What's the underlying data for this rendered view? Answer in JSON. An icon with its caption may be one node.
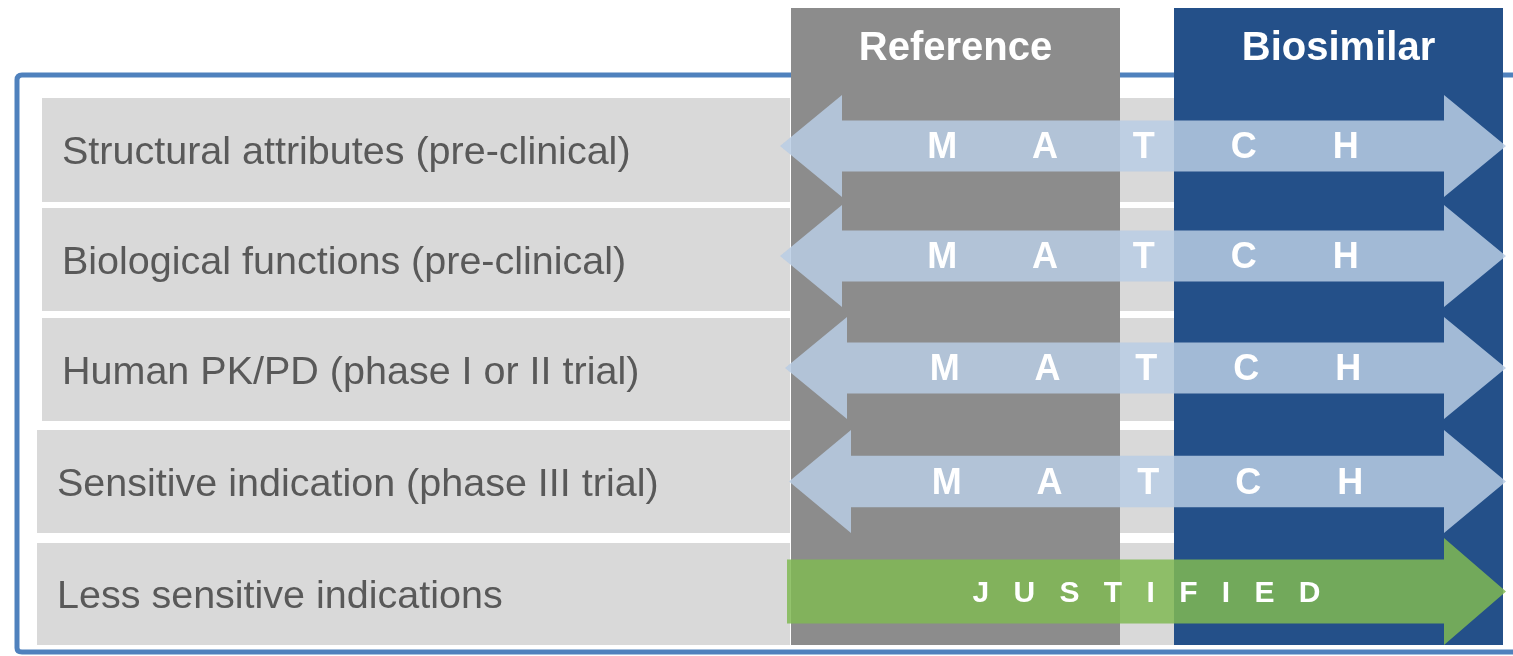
{
  "diagram": {
    "nodes": [
      {
        "text": [
          "Reference"
        ]
      },
      {
        "text": [
          "Biosimilar"
        ]
      },
      {
        "text": [
          "Structural attributes (pre-clinical)"
        ]
      },
      {
        "text": [
          "Biological functions (pre-clinical)"
        ]
      },
      {
        "text": [
          "Human PK/PD (phase I or II trial)"
        ]
      },
      {
        "text": [
          "Sensitive indication (phase III trial)"
        ]
      },
      {
        "text": [
          "Less sensitive indications"
        ]
      }
    ],
    "edges": [
      {
        "from": 0,
        "to": 1,
        "arrow": "both",
        "label": "M A T C H"
      },
      {
        "from": 0,
        "to": 1,
        "arrow": "both",
        "label": "M A T C H"
      },
      {
        "from": 0,
        "to": 1,
        "arrow": "both",
        "label": "M A T C H"
      },
      {
        "from": 0,
        "to": 1,
        "arrow": "both",
        "label": "M A T C H"
      },
      {
        "from": 0,
        "to": 1,
        "arrow": "to",
        "label": "J U S T I F I E D",
        "color": "#80b954"
      }
    ]
  }
}
